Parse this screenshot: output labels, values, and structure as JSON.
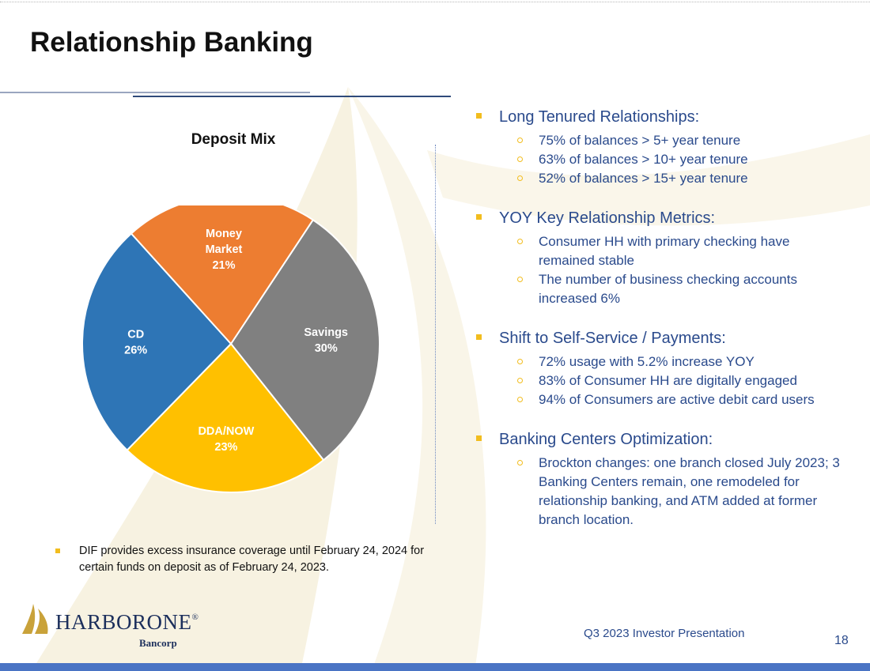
{
  "title": "Relationship Banking",
  "chart_data": {
    "type": "pie",
    "title": "Deposit Mix",
    "categories": [
      "Savings",
      "DDA/NOW",
      "CD",
      "Money Market"
    ],
    "values": [
      30,
      23,
      26,
      21
    ],
    "labels": [
      "Savings\n30%",
      "DDA/NOW\n23%",
      "CD\n26%",
      "Money\nMarket\n21%"
    ],
    "colors": [
      "#808080",
      "#ffc000",
      "#2e75b6",
      "#ed7d31"
    ],
    "start_angle_deg": 33.5,
    "legend": "none"
  },
  "footnote": "DIF provides excess insurance coverage until February 24, 2024 for certain funds on deposit as of February 24, 2023.",
  "bullets": [
    {
      "heading": "Long Tenured Relationships:",
      "items": [
        "75% of balances > 5+ year tenure",
        "63% of balances > 10+ year tenure",
        "52% of balances > 15+ year tenure"
      ]
    },
    {
      "heading": "YOY Key Relationship Metrics:",
      "items": [
        "Consumer HH with primary checking have remained stable",
        "The number of business checking accounts  increased 6%"
      ]
    },
    {
      "heading": "Shift to Self-Service / Payments:",
      "items": [
        "72% usage with 5.2% increase YOY",
        "83% of Consumer HH are digitally engaged",
        "94% of Consumers are active debit card users"
      ]
    },
    {
      "heading": "Banking Centers Optimization:",
      "items": [
        "Brockton changes: one branch closed July 2023; 3 Banking Centers remain, one remodeled for relationship banking, and ATM added at former branch location."
      ]
    }
  ],
  "logo": {
    "name": "HARBORONE",
    "reg": "®",
    "sub": "Bancorp"
  },
  "footer": {
    "label": "Q3 2023 Investor Presentation",
    "page": "18"
  },
  "colors": {
    "accent_bullet": "#f2bd1e",
    "text_blue": "#2a4a8c",
    "bottom_bar": "#4a74c4",
    "logo_gold": "#c9a23a",
    "logo_navy": "#1c2f5c"
  }
}
